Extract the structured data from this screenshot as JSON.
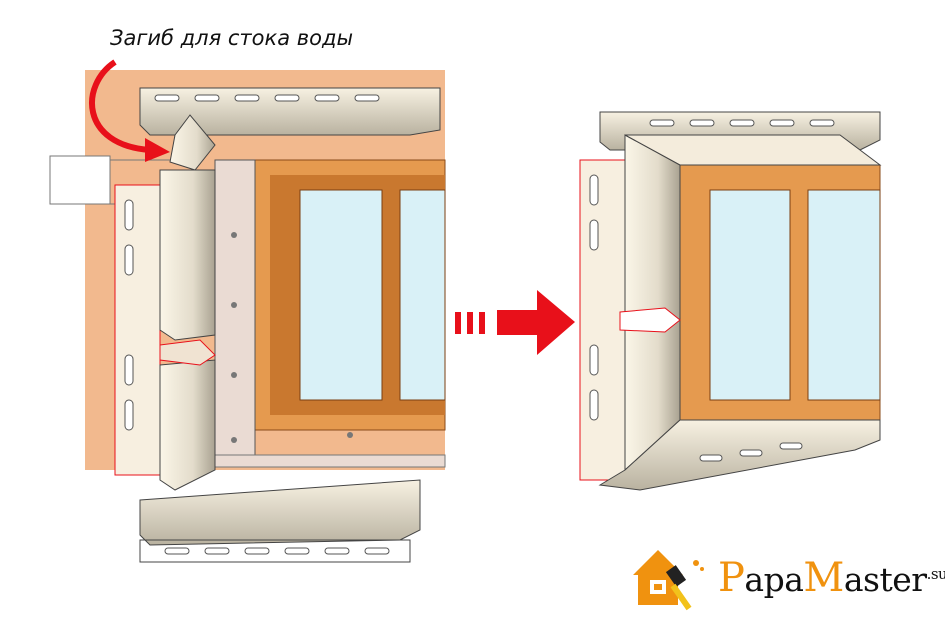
{
  "caption": "Загиб для стока воды",
  "logo": {
    "p": "P",
    "apa": "apa",
    "m": "M",
    "aster": "aster",
    "su": ".su",
    "full": "PapaMaster.su"
  },
  "colors": {
    "accent_red": "#e8101a",
    "wall": "#f2b98e",
    "frame": "#e59a4f",
    "glass": "#d9f1f7",
    "trim": "#e6e0cf",
    "logo_orange": "#f0920f"
  }
}
